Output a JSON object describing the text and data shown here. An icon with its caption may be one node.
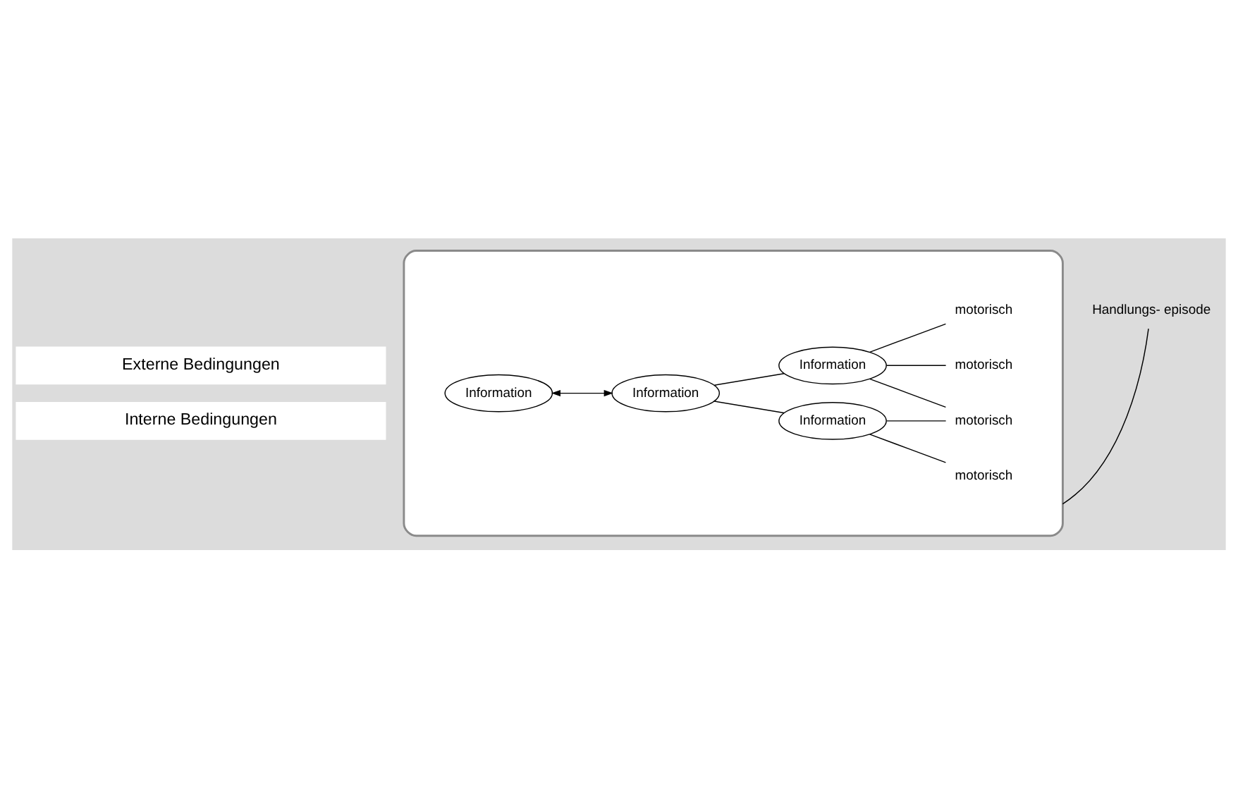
{
  "diagram": {
    "nodes": [
      {
        "text": [
          "Externe Bedingungen"
        ]
      },
      {
        "text": [],
        "shape": "ellipse"
      },
      {
        "text": [
          "Information"
        ],
        "in": 1
      },
      {
        "text": [
          "Information"
        ],
        "in": 1
      },
      {
        "text": [
          "Information"
        ],
        "in": 1
      },
      {
        "text": [
          "Information"
        ],
        "in": 1
      },
      {
        "text": [
          "motorisch"
        ],
        "in": 1
      },
      {
        "text": [
          "motorisch"
        ],
        "in": 1
      },
      {
        "text": [
          "motorisch"
        ],
        "in": 1
      },
      {
        "text": [
          "motorisch"
        ],
        "in": 1
      },
      {
        "text": [
          "Handlungs- episode"
        ]
      },
      {
        "text": [
          "Interne Bedingungen"
        ]
      }
    ],
    "edges": [
      {
        "from": 2,
        "to": 3,
        "arrow": "both"
      },
      {
        "from": 3,
        "to": 4,
        "arrow": "none"
      },
      {
        "from": 3,
        "to": 5,
        "arrow": "none"
      },
      {
        "from": 4,
        "to": 6,
        "arrow": "none"
      },
      {
        "from": 4,
        "to": 7,
        "arrow": "none"
      },
      {
        "from": 5,
        "to": 7,
        "arrow": "none"
      },
      {
        "from": 5,
        "to": 8,
        "arrow": "none"
      },
      {
        "from": 5,
        "to": 9,
        "arrow": "none"
      },
      {
        "from": 10,
        "to": 1,
        "arrow": "none"
      }
    ]
  }
}
